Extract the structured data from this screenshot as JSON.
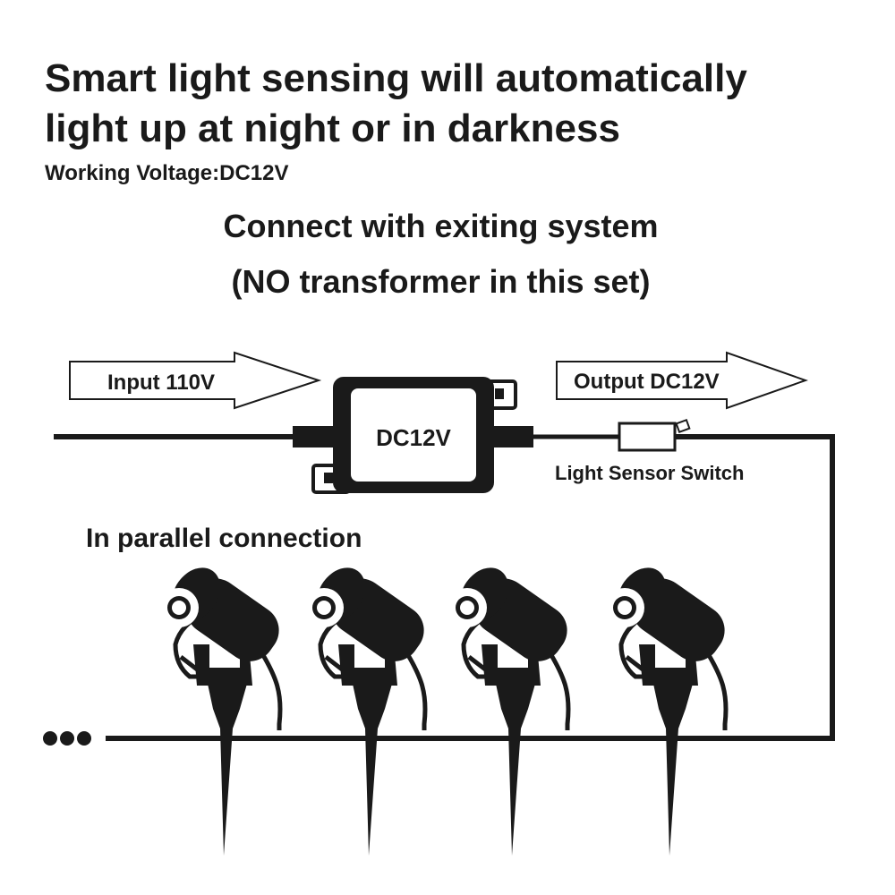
{
  "header": {
    "title_line1": "Smart light sensing will automatically",
    "title_line2": "light up at night or in darkness",
    "voltage": "Working Voltage:DC12V",
    "connect_title": "Connect with exiting system",
    "note": "(NO transformer in this set)"
  },
  "diagram": {
    "input_label": "Input 110V",
    "output_label": "Output DC12V",
    "transformer_label": "DC12V",
    "sensor_label": "Light Sensor Switch",
    "parallel_label": "In parallel connection",
    "lights": [
      "spotlight-1",
      "spotlight-2",
      "spotlight-3",
      "spotlight-4"
    ],
    "line_color": "#1a1a1a",
    "lens_color": "#ffffff"
  }
}
